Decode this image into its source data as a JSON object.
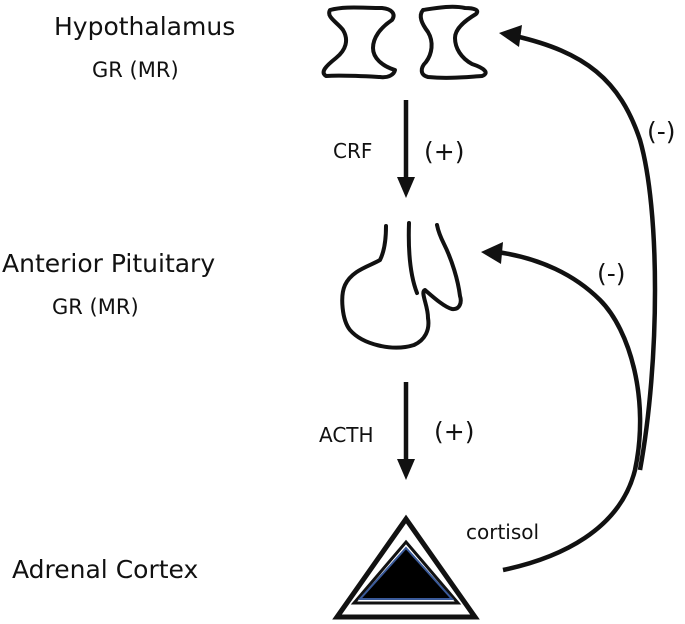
{
  "levels": {
    "hypothalamus": {
      "name": "Hypothalamus",
      "receptor": "GR (MR)"
    },
    "pituitary": {
      "name": "Anterior Pituitary",
      "receptor": "GR (MR)"
    },
    "adrenal": {
      "name": "Adrenal Cortex"
    }
  },
  "signals": {
    "crf": {
      "label": "CRF",
      "effect": "(+)"
    },
    "acth": {
      "label": "ACTH",
      "effect": "(+)"
    },
    "cortisol": {
      "label": "cortisol"
    }
  },
  "feedback": {
    "to_hypothalamus": "(-)",
    "to_pituitary": "(-)"
  },
  "colors": {
    "ink": "#111111",
    "gland_core": "#000000",
    "gland_glow": "#3a5a9a"
  }
}
